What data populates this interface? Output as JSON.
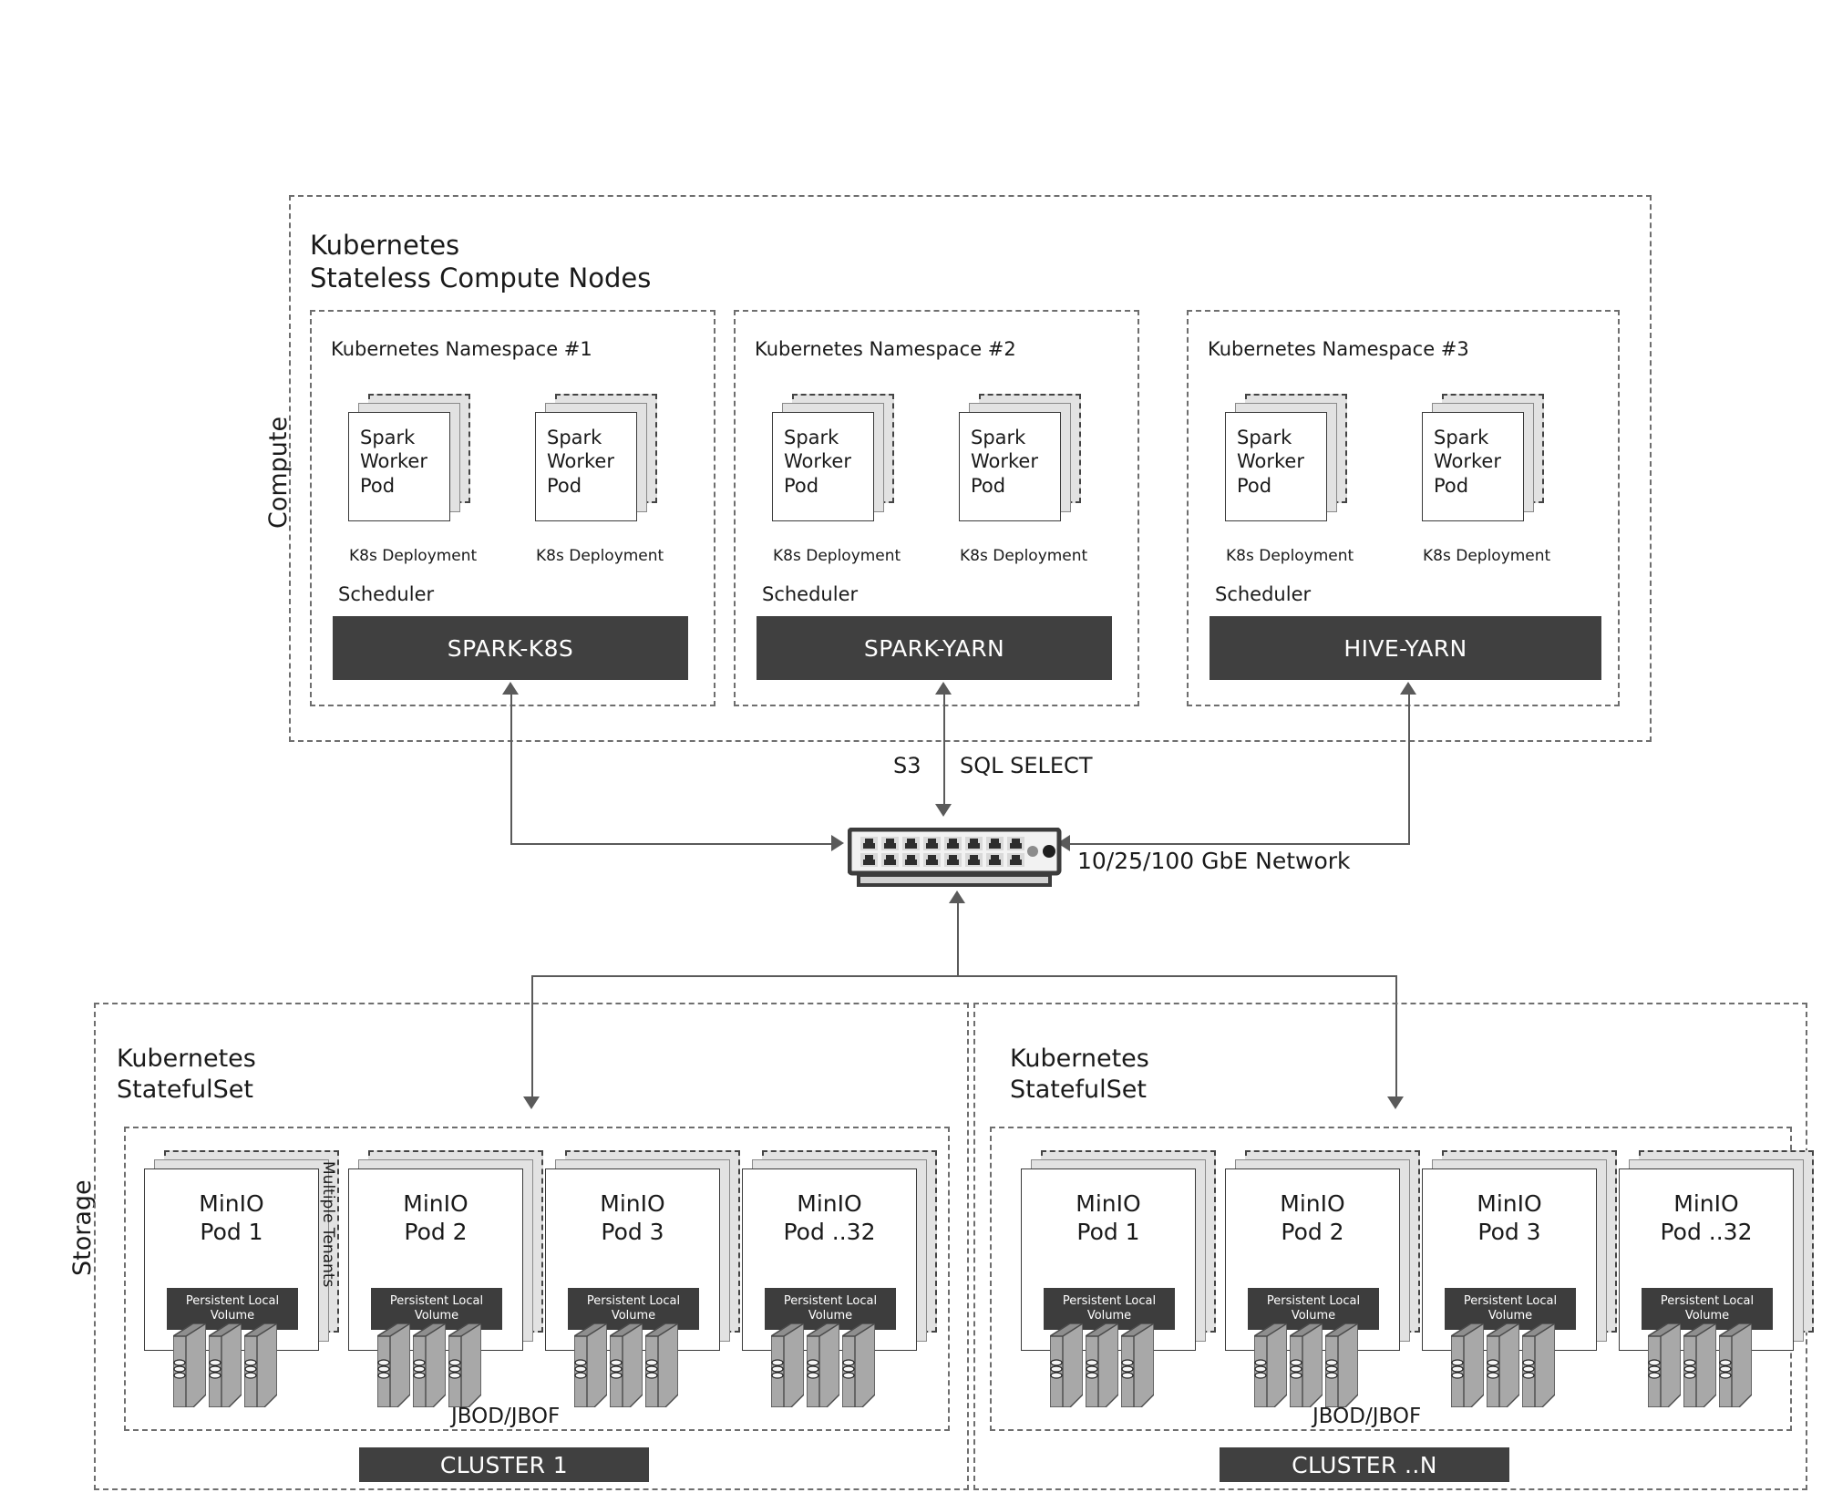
{
  "side_labels": {
    "compute": "Compute",
    "storage": "Storage"
  },
  "compute": {
    "title_line1": "Kubernetes",
    "title_line2": "Stateless Compute Nodes",
    "scheduler_label": "Scheduler",
    "deployment_label": "K8s Deployment",
    "pod_label": "Spark\nWorker\nPod",
    "namespaces": [
      {
        "title": "Kubernetes Namespace #1",
        "scheduler": "SPARK-K8S",
        "deployments": [
          "K8s Deployment",
          "K8s Deployment"
        ]
      },
      {
        "title": "Kubernetes Namespace #2",
        "scheduler": "SPARK-YARN",
        "deployments": [
          "K8s Deployment",
          "K8s Deployment"
        ]
      },
      {
        "title": "Kubernetes Namespace #3",
        "scheduler": "HIVE-YARN",
        "deployments": [
          "K8s Deployment",
          "K8s Deployment"
        ]
      }
    ]
  },
  "network": {
    "protocol_left": "S3",
    "protocol_right": "SQL SELECT",
    "network_label": "10/25/100 GbE Network",
    "switch_ports_per_row": 8,
    "switch_port_rows": 2,
    "switch_led_count": 2
  },
  "storage": {
    "clusters": [
      {
        "title_line1": "Kubernetes",
        "title_line2": "StatefulSet",
        "tenants_label": "Multiple Tenants",
        "jbod_label": "JBOD/JBOF",
        "cluster_label": "CLUSTER 1",
        "pods": [
          {
            "title": "MinIO\nPod 1",
            "volume": "Persistent Local\nVolume",
            "disks": 3
          },
          {
            "title": "MinIO\nPod 2",
            "volume": "Persistent Local\nVolume",
            "disks": 3
          },
          {
            "title": "MinIO\nPod 3",
            "volume": "Persistent Local\nVolume",
            "disks": 3
          },
          {
            "title": "MinIO\nPod ..32",
            "volume": "Persistent Local\nVolume",
            "disks": 3
          }
        ]
      },
      {
        "title_line1": "Kubernetes",
        "title_line2": "StatefulSet",
        "tenants_label": "",
        "jbod_label": "JBOD/JBOF",
        "cluster_label": "CLUSTER ..N",
        "pods": [
          {
            "title": "MinIO\nPod 1",
            "volume": "Persistent Local\nVolume",
            "disks": 3
          },
          {
            "title": "MinIO\nPod 2",
            "volume": "Persistent Local\nVolume",
            "disks": 3
          },
          {
            "title": "MinIO\nPod 3",
            "volume": "Persistent Local\nVolume",
            "disks": 3
          },
          {
            "title": "MinIO\nPod ..32",
            "volume": "Persistent Local\nVolume",
            "disks": 3
          }
        ]
      }
    ]
  },
  "colors": {
    "dark_bar": "#404040",
    "volume_bar": "#3d3d3d",
    "line": "#5a5a5a",
    "dashed_border": "#6e6e6e",
    "card_shadow": "#e2e2e2",
    "disk_body": "#a3a3a3",
    "disk_top": "#8e8e8e"
  }
}
